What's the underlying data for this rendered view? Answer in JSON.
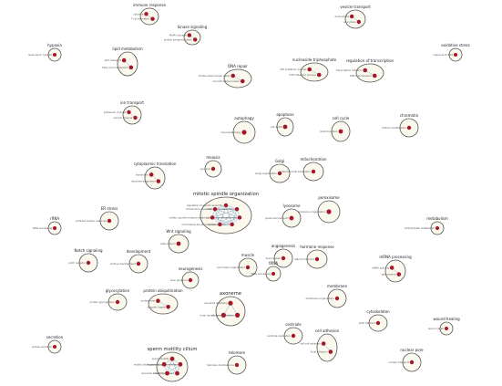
{
  "clusters": [
    {
      "name": "mitotic spindle organization",
      "nodes": [
        "regulation of spindle assembly",
        "centrosome separation",
        "mitotic spindle assembly",
        "spindle elongation",
        "microtubule bundle formation",
        "mitotic spindle midzone assembly",
        "kinetochore assembly"
      ]
    },
    {
      "name": "sperm motility cilium",
      "nodes": [
        "sperm motility",
        "flagellated sperm motility",
        "cilium movement",
        "axoneme assembly",
        "motile cilium assembly"
      ]
    },
    {
      "name": "axoneme",
      "nodes": [
        "axoneme assembly",
        "cilium organization",
        "inner dynein arm"
      ]
    },
    {
      "name": "cytoplasmic translation",
      "nodes": [
        "translation",
        "ribosome biogenesis"
      ]
    },
    {
      "name": "lipid metabolism",
      "nodes": [
        "lipid transport",
        "fatty acid metabolism"
      ]
    },
    {
      "name": "nucleoside triphosphate",
      "nodes": [
        "ATP metabolic process",
        "GTP metabolic process"
      ]
    },
    {
      "name": "regulation of transcription",
      "nodes": [
        "transcription initiation",
        "RNA polymerase II"
      ]
    },
    {
      "name": "DNA repair",
      "nodes": [
        "double-strand break repair",
        "recombinational repair"
      ]
    },
    {
      "name": "protein ubiquitination",
      "nodes": [
        "proteasome",
        "ubiquitin ligase"
      ]
    },
    {
      "name": "cell adhesion",
      "nodes": [
        "cell-cell adhesion",
        "focal adhesion"
      ]
    },
    {
      "name": "mRNA processing",
      "nodes": [
        "mRNA splicing",
        "spliceosome"
      ]
    },
    {
      "name": "vesicle transport",
      "nodes": [
        "endocytosis",
        "exocytosis"
      ]
    },
    {
      "name": "immune response",
      "nodes": [
        "cytokine",
        "T cell activation"
      ]
    },
    {
      "name": "kinase signaling",
      "nodes": [
        "MAPK cascade",
        "protein phosphorylation"
      ]
    },
    {
      "name": "ion transport",
      "nodes": [
        "potassium channel",
        "calcium channel"
      ]
    },
    {
      "name": "autophagy",
      "nodes": [
        "macroautophagy"
      ]
    },
    {
      "name": "apoptosis",
      "nodes": [
        "cell death"
      ]
    },
    {
      "name": "cell cycle",
      "nodes": [
        "G1/S transition"
      ]
    },
    {
      "name": "chromatin",
      "nodes": [
        "histone modification"
      ]
    },
    {
      "name": "meiosis",
      "nodes": [
        "synapsis"
      ]
    },
    {
      "name": "Golgi",
      "nodes": [
        "Golgi organization"
      ]
    },
    {
      "name": "mitochondrion",
      "nodes": [
        "mitochondrial translation"
      ]
    },
    {
      "name": "peroxisome",
      "nodes": [
        "peroxisome organization"
      ]
    },
    {
      "name": "lysosome",
      "nodes": [
        "lysosomal transport"
      ]
    },
    {
      "name": "ER stress",
      "nodes": [
        "unfolded protein response"
      ]
    },
    {
      "name": "Wnt signaling",
      "nodes": [
        "beta-catenin"
      ]
    },
    {
      "name": "Notch signaling",
      "nodes": [
        "notch receptor"
      ]
    },
    {
      "name": "development",
      "nodes": [
        "embryo development"
      ]
    },
    {
      "name": "neurogenesis",
      "nodes": [
        "axon guidance"
      ]
    },
    {
      "name": "muscle",
      "nodes": [
        "sarcomere organization"
      ]
    },
    {
      "name": "angiogenesis",
      "nodes": [
        "blood vessel"
      ]
    },
    {
      "name": "hormone response",
      "nodes": [
        "steroid hormone"
      ]
    },
    {
      "name": "glycosylation",
      "nodes": [
        "protein glycosylation"
      ]
    },
    {
      "name": "membrane",
      "nodes": [
        "membrane organization"
      ]
    },
    {
      "name": "cytoskeleton",
      "nodes": [
        "actin filament"
      ]
    },
    {
      "name": "centriole",
      "nodes": [
        "centriole replication"
      ]
    },
    {
      "name": "telomere",
      "nodes": [
        "telomere maintenance"
      ]
    },
    {
      "name": "nuclear pore",
      "nodes": [
        "nuclear transport"
      ]
    },
    {
      "name": "tRNA",
      "nodes": [
        "tRNA processing"
      ]
    },
    {
      "name": "rRNA",
      "nodes": [
        "rRNA processing"
      ]
    },
    {
      "name": "metabolism",
      "nodes": [
        "carbohydrate metabolism"
      ]
    },
    {
      "name": "oxidative stress",
      "nodes": [
        "response to ROS"
      ]
    },
    {
      "name": "hypoxia",
      "nodes": [
        "response to hypoxia"
      ]
    },
    {
      "name": "wound healing",
      "nodes": [
        "wound repair"
      ]
    },
    {
      "name": "secretion",
      "nodes": [
        "protein secretion"
      ]
    }
  ]
}
